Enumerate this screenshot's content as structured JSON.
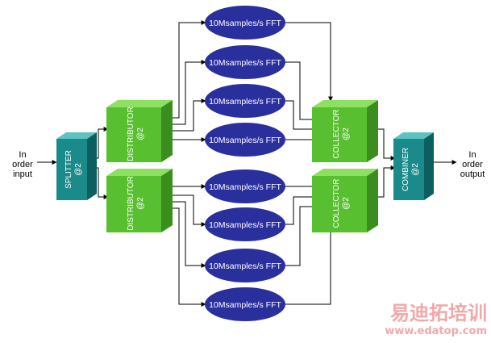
{
  "input_label": [
    "In",
    "order",
    "input"
  ],
  "output_label": [
    "In",
    "order",
    "output"
  ],
  "splitter": {
    "line1": "SPLITTER",
    "line2": "@2"
  },
  "distributors": [
    {
      "line1": "DISTRIBUTOR",
      "line2": "@2"
    },
    {
      "line1": "DISTRIBUTOR",
      "line2": "@2"
    }
  ],
  "ffts": [
    "10Msamples/s FFT",
    "10Msamples/s FFT",
    "10Msamples/s FFT",
    "10Msamples/s FFT",
    "10Msamples/s FFT",
    "10Msamples/s FFT",
    "10Msamples/s FFT",
    "10Msamples/s FFT"
  ],
  "collectors": [
    {
      "line1": "COLLECTOR",
      "line2": "@2"
    },
    {
      "line1": "COLLECTOR",
      "line2": "@2"
    }
  ],
  "combiner": {
    "line1": "COMBINER",
    "line2": "@2"
  },
  "watermark": {
    "cn": "易迪拓培训",
    "url": "www.edatop.com"
  },
  "colors": {
    "fft_fill": "#2a2f9e",
    "green_front": "#58c030",
    "green_top": "#8ee060",
    "green_side": "#3b8e1e",
    "teal_front": "#1a8a8a",
    "teal_top": "#5cc2c2",
    "teal_side": "#0d5e5e"
  }
}
